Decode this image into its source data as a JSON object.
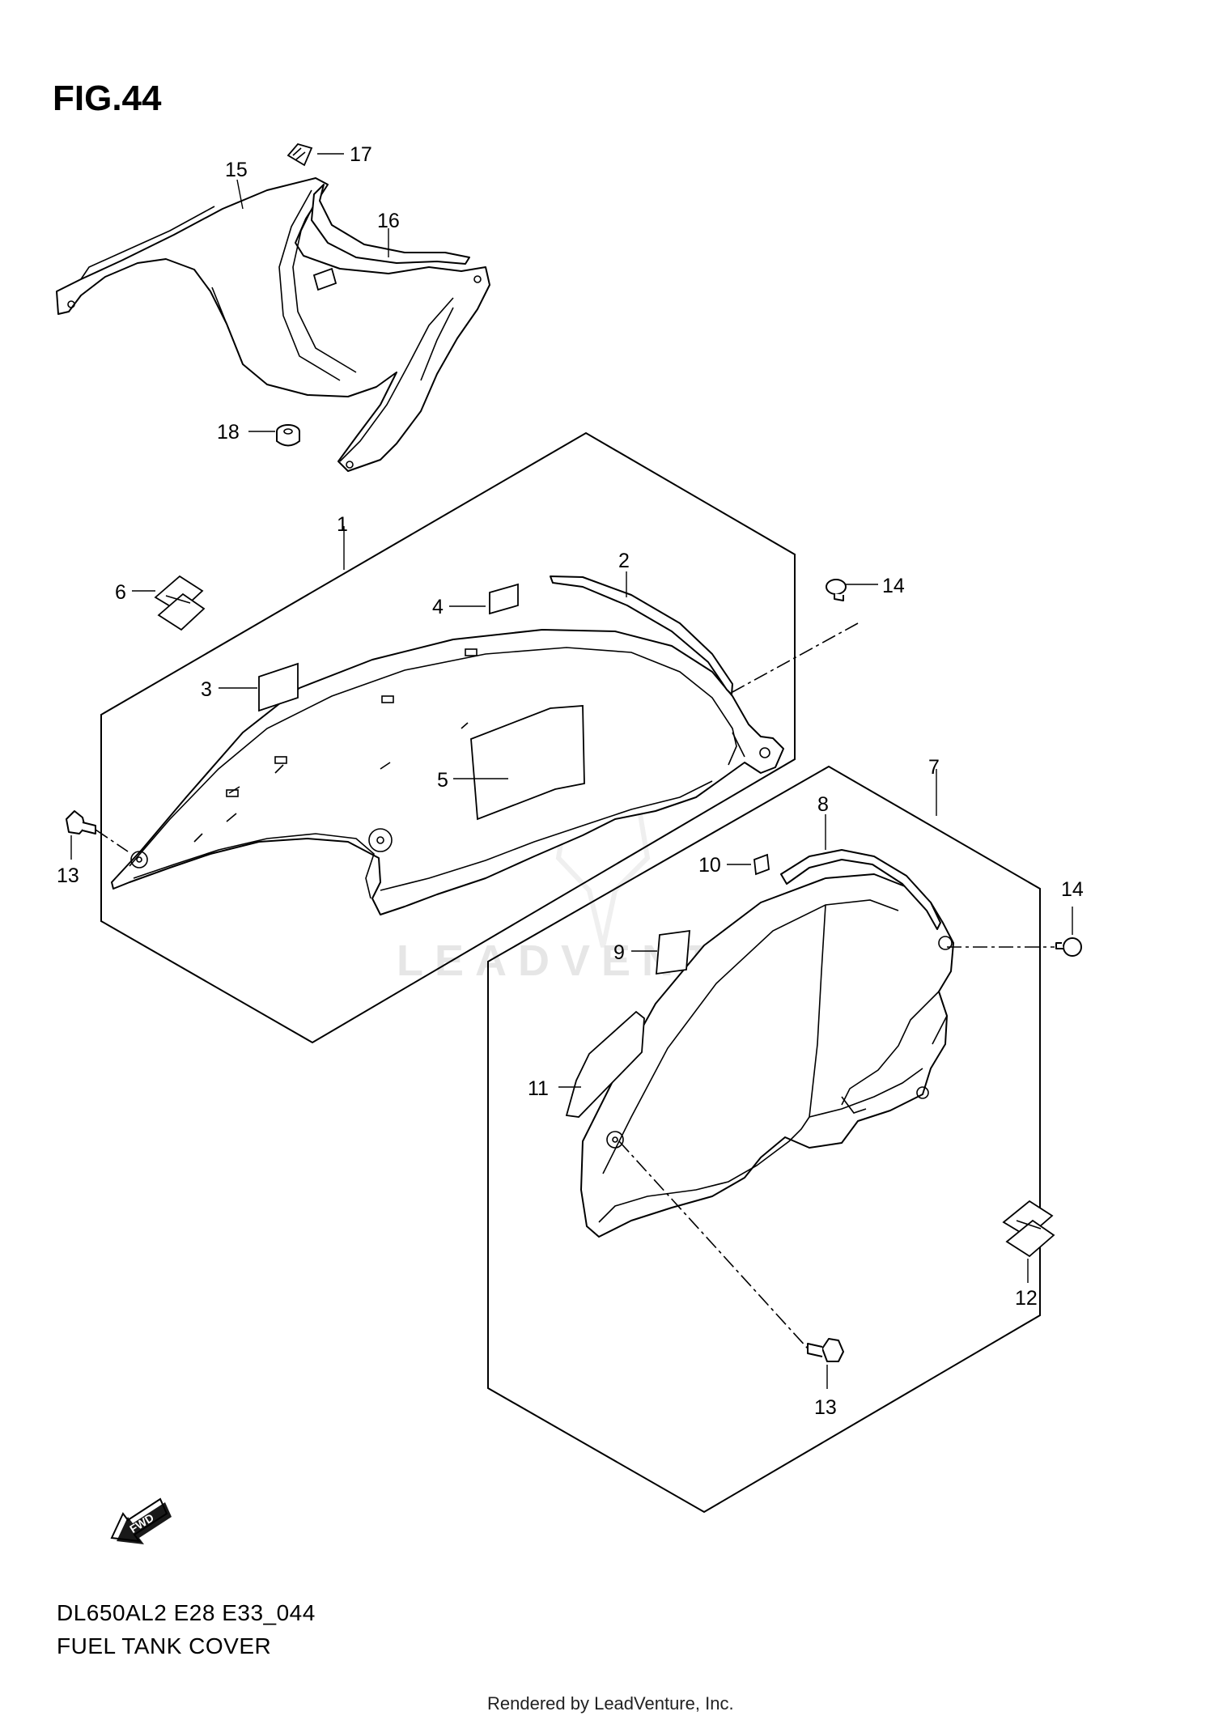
{
  "figure": {
    "title": "FIG.44",
    "model_code": "DL650AL2 E28 E33_044",
    "caption": "FUEL TANK COVER",
    "fwd_label": "FWD",
    "watermark": "LEADVENTURE",
    "rendered_by": "Rendered by LeadVenture, Inc."
  },
  "callouts": {
    "c1": "1",
    "c2": "2",
    "c3": "3",
    "c4": "4",
    "c5": "5",
    "c6": "6",
    "c7": "7",
    "c8": "8",
    "c9": "9",
    "c10": "10",
    "c11": "11",
    "c12": "12",
    "c13a": "13",
    "c13b": "13",
    "c14a": "14",
    "c14b": "14",
    "c15": "15",
    "c16": "16",
    "c17": "17",
    "c18": "18"
  }
}
